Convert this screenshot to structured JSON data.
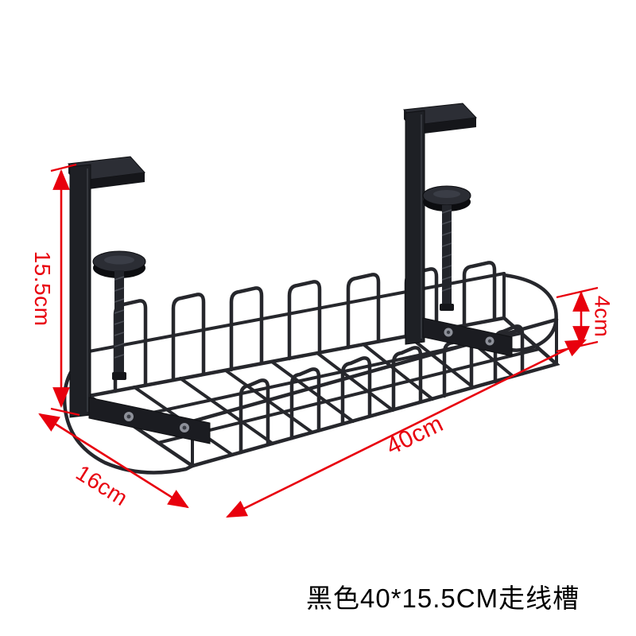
{
  "colors": {
    "annotation": "#e8000d",
    "caption": "#000000",
    "product": "#1e2025",
    "background": "#ffffff"
  },
  "labels": {
    "total_height": "15.5cm",
    "side_height": "4cm",
    "length": "40cm",
    "depth": "16cm"
  },
  "caption": "黑色40*15.5CM走线槽"
}
